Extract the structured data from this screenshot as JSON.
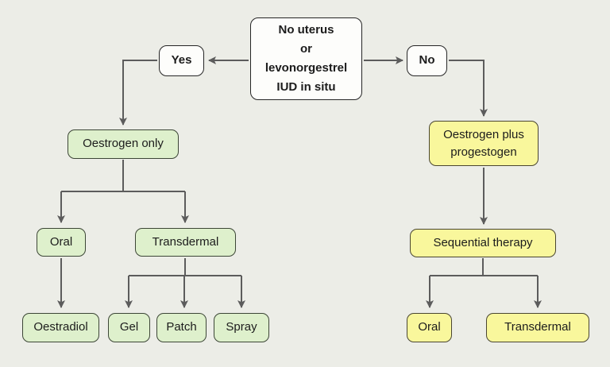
{
  "flowchart": {
    "decision": "No uterus\nor\nlevonorgestrel\nIUD in situ",
    "yes_branch": {
      "answer": "Yes",
      "therapy": "Oestrogen only",
      "oral": {
        "label": "Oral",
        "product": "Oestradiol"
      },
      "transdermal": {
        "label": "Transdermal",
        "products": [
          "Gel",
          "Patch",
          "Spray"
        ]
      }
    },
    "no_branch": {
      "answer": "No",
      "therapy": "Oestrogen plus progestogen",
      "regimen": "Sequential therapy",
      "routes": [
        "Oral",
        "Transdermal"
      ]
    }
  },
  "colors": {
    "background": "#ecede7",
    "node_fill": "#fdfdfb",
    "node_border": "#262626",
    "green_fill": "#def0cc",
    "green_border": "#3c4636",
    "yellow_fill": "#f9f79c",
    "yellow_border": "#4a4631",
    "line": "#5c5c5c",
    "text": "#1c1c1c"
  }
}
